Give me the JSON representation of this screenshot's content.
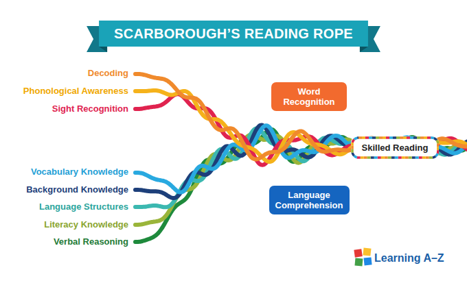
{
  "diagram": {
    "title": "SCARBOROUGH’S READING ROPE",
    "nodes": [
      {
        "text": [
          "Word Recognition"
        ]
      },
      {
        "text": [
          "Skilled Reading"
        ]
      },
      {
        "text": [
          "Language Comprehension"
        ]
      }
    ],
    "labels": [
      "Decoding",
      "Phonological Awareness",
      "Sight Recognition",
      "Vocabulary Knowledge",
      "Background Knowledge",
      "Language Structures",
      "Literacy Knowledge",
      "Verbal Reasoning",
      "Learning A–Z"
    ]
  }
}
